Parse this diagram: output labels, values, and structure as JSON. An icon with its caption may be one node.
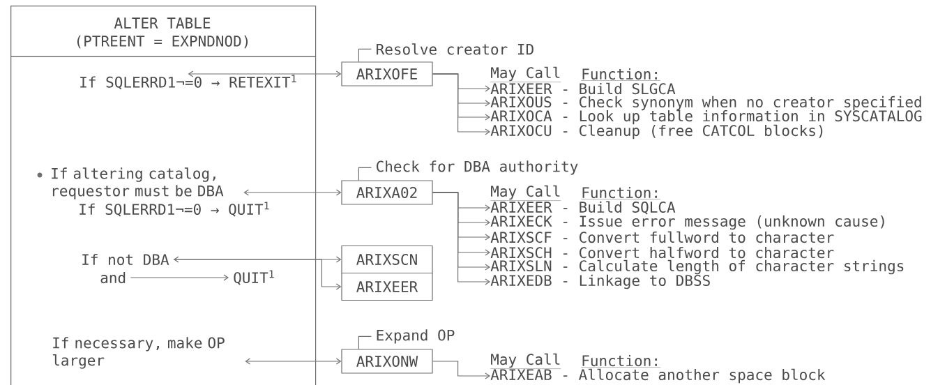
{
  "diagram": {
    "nodes": [
      {
        "text": [
          "ALTER TABLE",
          "(PTREENT = EXPNDNOD)"
        ]
      },
      {
        "text": [
          "If SQLERRD1¬=0 → RETEXIT$^{1}$"
        ],
        "in": 0
      },
      {
        "text": [
          "If altering catalog, requestor must be DBA"
        ],
        "in": 0
      },
      {
        "text": [
          "If not DBA"
        ],
        "in": 0
      },
      {
        "text": [
          "and"
        ],
        "in": 0
      },
      {
        "text": [
          "QUIT$^{1}$"
        ],
        "in": 0
      },
      {
        "text": [
          "If necessary, make OP larger"
        ],
        "in": 0
      },
      {
        "text": [
          "ARIXOFE"
        ],
        "beside": [
          "Resolve creator ID"
        ]
      },
      {
        "text": [
          "ARIXEER - Build SLGCA"
        ]
      },
      {
        "text": [
          "ARIXOUS - Check synonym when no creator specified"
        ]
      },
      {
        "text": [
          "ARIXOCA - Look up table information in SYSCATALOG"
        ]
      },
      {
        "text": [
          "ARIXOCU - Cleanup (free CATCOL blocks)"
        ]
      },
      {
        "text": [
          "ARIXA02"
        ],
        "beside": [
          "Check for DBA authority"
        ]
      },
      {
        "text": [
          "ARIXEER - Build SQLCA"
        ]
      },
      {
        "text": [
          "ARIXECK - Issue error message (unknown cause)"
        ]
      },
      {
        "text": [
          "ARIXSCF - Convert fullword to character"
        ]
      },
      {
        "text": [
          "ARIXSCH - Convert halfword to character"
        ]
      },
      {
        "text": [
          "ARIXSLN - Calculate length of character strings"
        ]
      },
      {
        "text": [
          "ARIXEDB - Linkage to DBSS"
        ]
      },
      {
        "text": [
          "ARIXSCN"
        ]
      },
      {
        "text": [
          "ARIXEER"
        ]
      },
      {
        "text": [
          "ARIXONW"
        ],
        "beside": [
          "Expand OP"
        ]
      },
      {
        "text": [
          "ARIXEAB - Allocate another space block"
        ]
      }
    ],
    "edges": [
      {
        "from": 7,
        "to": 1,
        "arrow": "both"
      },
      {
        "from": 7,
        "to": 8,
        "arrow": "to"
      },
      {
        "from": 7,
        "to": 9,
        "arrow": "to"
      },
      {
        "from": 7,
        "to": 10,
        "arrow": "to"
      },
      {
        "from": 7,
        "to": 11,
        "arrow": "to"
      },
      {
        "from": 12,
        "to": 2,
        "arrow": "both"
      },
      {
        "from": 12,
        "to": 13,
        "arrow": "to"
      },
      {
        "from": 12,
        "to": 14,
        "arrow": "to"
      },
      {
        "from": 12,
        "to": 15,
        "arrow": "to"
      },
      {
        "from": 12,
        "to": 16,
        "arrow": "to"
      },
      {
        "from": 12,
        "to": 17,
        "arrow": "to"
      },
      {
        "from": 12,
        "to": 18,
        "arrow": "to"
      },
      {
        "from": 3,
        "to": 19,
        "arrow": "both"
      },
      {
        "from": 3,
        "to": 20,
        "arrow": "to"
      },
      {
        "from": 4,
        "to": 5,
        "arrow": "to"
      },
      {
        "from": 21,
        "to": 6,
        "arrow": "both"
      },
      {
        "from": 21,
        "to": 22,
        "arrow": "to"
      }
    ],
    "labels": [
      "May Call",
      "Function:",
      "May Call",
      "Function:",
      "If SQLERRD1¬=0 → QUIT$^{1}$",
      "May Call",
      "Function:"
    ]
  }
}
